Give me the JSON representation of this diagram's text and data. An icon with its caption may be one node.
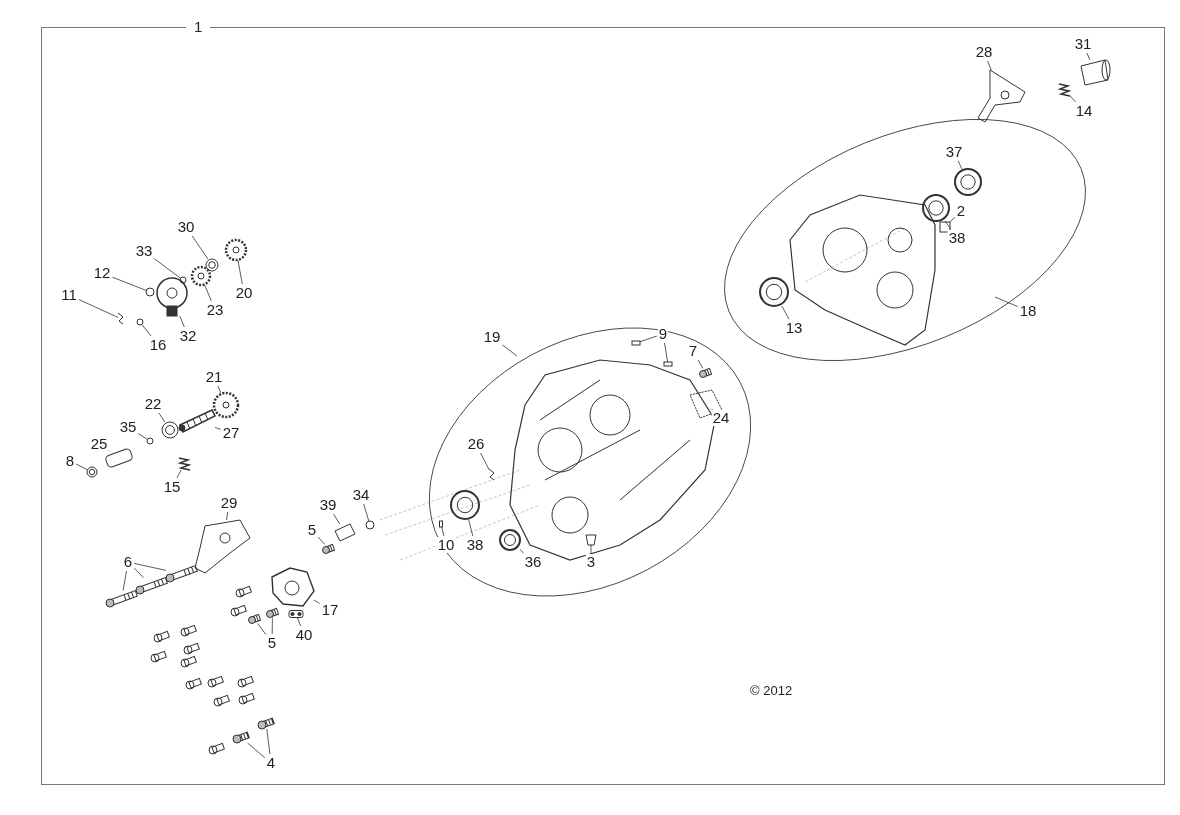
{
  "diagram": {
    "nodes": [
      {
        "text": [
          "1"
        ]
      },
      {
        "text": [
          "31"
        ],
        "in": 0
      },
      {
        "text": [
          "28"
        ],
        "in": 0
      },
      {
        "text": [
          "14"
        ],
        "in": 0
      },
      {
        "text": [
          "37"
        ],
        "in": 0
      },
      {
        "text": [
          "2"
        ],
        "in": 0
      },
      {
        "text": [
          "38"
        ],
        "in": 0
      },
      {
        "text": [
          "30"
        ],
        "in": 0
      },
      {
        "text": [
          "33"
        ],
        "in": 0
      },
      {
        "text": [
          "20"
        ],
        "in": 0
      },
      {
        "text": [
          "12"
        ],
        "in": 0
      },
      {
        "text": [
          "23"
        ],
        "in": 0
      },
      {
        "text": [
          "11"
        ],
        "in": 0
      },
      {
        "text": [
          "32"
        ],
        "in": 0
      },
      {
        "text": [
          "16"
        ],
        "in": 0
      },
      {
        "text": [
          "13"
        ],
        "in": 0
      },
      {
        "text": [
          "18"
        ],
        "in": 0
      },
      {
        "text": [
          "19"
        ],
        "in": 0
      },
      {
        "text": [
          "9"
        ],
        "in": 0
      },
      {
        "text": [
          "7"
        ],
        "in": 0
      },
      {
        "text": [
          "21"
        ],
        "in": 0
      },
      {
        "text": [
          "24"
        ],
        "in": 0
      },
      {
        "text": [
          "22"
        ],
        "in": 0
      },
      {
        "text": [
          "35"
        ],
        "in": 0
      },
      {
        "text": [
          "27"
        ],
        "in": 0
      },
      {
        "text": [
          "25"
        ],
        "in": 0
      },
      {
        "text": [
          "26"
        ],
        "in": 0
      },
      {
        "text": [
          "8"
        ],
        "in": 0
      },
      {
        "text": [
          "15"
        ],
        "in": 0
      },
      {
        "text": [
          "29"
        ],
        "in": 0
      },
      {
        "text": [
          "34"
        ],
        "in": 0
      },
      {
        "text": [
          "39"
        ],
        "in": 0
      },
      {
        "text": [
          "5"
        ],
        "in": 0
      },
      {
        "text": [
          "10"
        ],
        "in": 0
      },
      {
        "text": [
          "38"
        ],
        "in": 0
      },
      {
        "text": [
          "36"
        ],
        "in": 0
      },
      {
        "text": [
          "3"
        ],
        "in": 0
      },
      {
        "text": [
          "6"
        ],
        "in": 0
      },
      {
        "text": [
          "17"
        ],
        "in": 0
      },
      {
        "text": [
          "40"
        ],
        "in": 0
      },
      {
        "text": [
          "5"
        ],
        "in": 0
      },
      {
        "text": [
          "4"
        ],
        "in": 0
      },
      {
        "text": [],
        "shape": "picture",
        "in": 0
      },
      {
        "text": [],
        "shape": "picture",
        "in": 0
      },
      {
        "text": [],
        "shape": "picture",
        "in": 0
      },
      {
        "text": [],
        "shape": "picture",
        "in": 0
      },
      {
        "text": [],
        "shape": "box",
        "in": 0
      },
      {
        "text": [],
        "shape": "picture",
        "in": 0
      },
      {
        "text": [],
        "shape": "picture",
        "in": 0
      },
      {
        "text": [],
        "shape": "circle",
        "in": 0
      },
      {
        "text": [],
        "shape": "picture",
        "in": 0
      },
      {
        "text": [],
        "shape": "circle",
        "in": 0
      },
      {
        "text": [],
        "shape": "picture",
        "in": 0
      },
      {
        "text": [],
        "shape": "picture",
        "in": 0
      },
      {
        "text": [],
        "shape": "picture",
        "in": 0
      },
      {
        "text": [],
        "shape": "circle",
        "in": 0
      },
      {
        "text": [],
        "shape": "picture",
        "in": 0
      },
      {
        "text": [],
        "shape": "box",
        "in": 0
      },
      {
        "text": [],
        "shape": "box",
        "in": 0
      },
      {
        "text": [],
        "shape": "picture",
        "in": 0
      },
      {
        "text": [],
        "shape": "picture",
        "in": 0
      },
      {
        "text": [],
        "shape": "picture",
        "in": 0
      },
      {
        "text": [],
        "shape": "picture",
        "in": 0
      },
      {
        "text": [],
        "shape": "circle",
        "in": 0
      },
      {
        "text": [],
        "shape": "picture",
        "in": 0
      },
      {
        "text": [],
        "shape": "picture",
        "in": 0
      },
      {
        "text": [],
        "shape": "picture",
        "in": 0
      },
      {
        "text": [],
        "shape": "picture",
        "in": 0
      },
      {
        "text": [],
        "shape": "picture",
        "in": 0
      },
      {
        "text": [],
        "shape": "picture",
        "in": 0
      },
      {
        "text": [],
        "shape": "circle",
        "in": 0
      },
      {
        "text": [],
        "shape": "picture",
        "in": 0
      },
      {
        "text": [],
        "shape": "picture",
        "in": 0
      },
      {
        "text": [],
        "shape": "box",
        "in": 0
      },
      {
        "text": [],
        "shape": "picture",
        "in": 0
      },
      {
        "text": [],
        "shape": "picture",
        "in": 0
      },
      {
        "text": [],
        "shape": "picture",
        "in": 0
      },
      {
        "text": [],
        "shape": "picture",
        "in": 0
      },
      {
        "text": [],
        "shape": "picture",
        "in": 0
      },
      {
        "text": [],
        "shape": "picture",
        "in": 0
      },
      {
        "text": [],
        "shape": "picture",
        "in": 0
      },
      {
        "text": [],
        "shape": "picture",
        "in": 0
      },
      {
        "text": [],
        "shape": "picture",
        "in": 0
      },
      {
        "text": [],
        "shape": "picture",
        "in": 0
      },
      {
        "text": [],
        "shape": "picture",
        "in": 0
      },
      {
        "text": [],
        "shape": "picture",
        "in": 0
      }
    ],
    "edges": [
      {
        "from": 1,
        "to": 42,
        "arrow": "none"
      },
      {
        "from": 2,
        "to": 43,
        "arrow": "none"
      },
      {
        "from": 3,
        "to": 44,
        "arrow": "none"
      },
      {
        "from": 4,
        "to": 45,
        "arrow": "none"
      },
      {
        "from": 5,
        "to": 46,
        "arrow": "none"
      },
      {
        "from": 6,
        "to": 47,
        "arrow": "none"
      },
      {
        "from": 7,
        "to": 48,
        "arrow": "none"
      },
      {
        "from": 8,
        "to": 49,
        "arrow": "none"
      },
      {
        "from": 9,
        "to": 50,
        "arrow": "none"
      },
      {
        "from": 10,
        "to": 51,
        "arrow": "none"
      },
      {
        "from": 11,
        "to": 52,
        "arrow": "none"
      },
      {
        "from": 12,
        "to": 53,
        "arrow": "none"
      },
      {
        "from": 13,
        "to": 54,
        "arrow": "none"
      },
      {
        "from": 14,
        "to": 55,
        "arrow": "none"
      },
      {
        "from": 15,
        "to": 56,
        "arrow": "none"
      },
      {
        "from": 16,
        "to": null,
        "arrow": "none"
      },
      {
        "from": 17,
        "to": null,
        "arrow": "none"
      },
      {
        "from": 18,
        "to": 57,
        "arrow": "none"
      },
      {
        "from": 18,
        "to": 58,
        "arrow": "none"
      },
      {
        "from": 19,
        "to": 59,
        "arrow": "none"
      },
      {
        "from": 20,
        "to": 60,
        "arrow": "none"
      },
      {
        "from": 21,
        "to": 61,
        "arrow": "none"
      },
      {
        "from": 22,
        "to": 62,
        "arrow": "none"
      },
      {
        "from": 23,
        "to": 63,
        "arrow": "none"
      },
      {
        "from": 24,
        "to": 64,
        "arrow": "none"
      },
      {
        "from": 25,
        "to": 65,
        "arrow": "none"
      },
      {
        "from": 26,
        "to": 66,
        "arrow": "none"
      },
      {
        "from": 27,
        "to": 67,
        "arrow": "none"
      },
      {
        "from": 28,
        "to": 68,
        "arrow": "none"
      },
      {
        "from": 29,
        "to": 69,
        "arrow": "none"
      },
      {
        "from": 30,
        "to": 70,
        "arrow": "none"
      },
      {
        "from": 31,
        "to": 71,
        "arrow": "none"
      },
      {
        "from": 32,
        "to": 72,
        "arrow": "none"
      },
      {
        "from": 33,
        "to": 73,
        "arrow": "none"
      },
      {
        "from": 34,
        "to": 74,
        "arrow": "none"
      },
      {
        "from": 35,
        "to": 75,
        "arrow": "none"
      },
      {
        "from": 36,
        "to": 76,
        "arrow": "none"
      },
      {
        "from": 37,
        "to": 77,
        "arrow": "none"
      },
      {
        "from": 37,
        "to": 78,
        "arrow": "none"
      },
      {
        "from": 37,
        "to": 79,
        "arrow": "none"
      },
      {
        "from": 38,
        "to": 80,
        "arrow": "none"
      },
      {
        "from": 39,
        "to": 81,
        "arrow": "none"
      },
      {
        "from": 40,
        "to": 82,
        "arrow": "none"
      },
      {
        "from": 40,
        "to": 83,
        "arrow": "none"
      },
      {
        "from": 41,
        "to": 84,
        "arrow": "none"
      },
      {
        "from": 41,
        "to": 85,
        "arrow": "none"
      }
    ],
    "labels": [
      "© 2012"
    ]
  }
}
